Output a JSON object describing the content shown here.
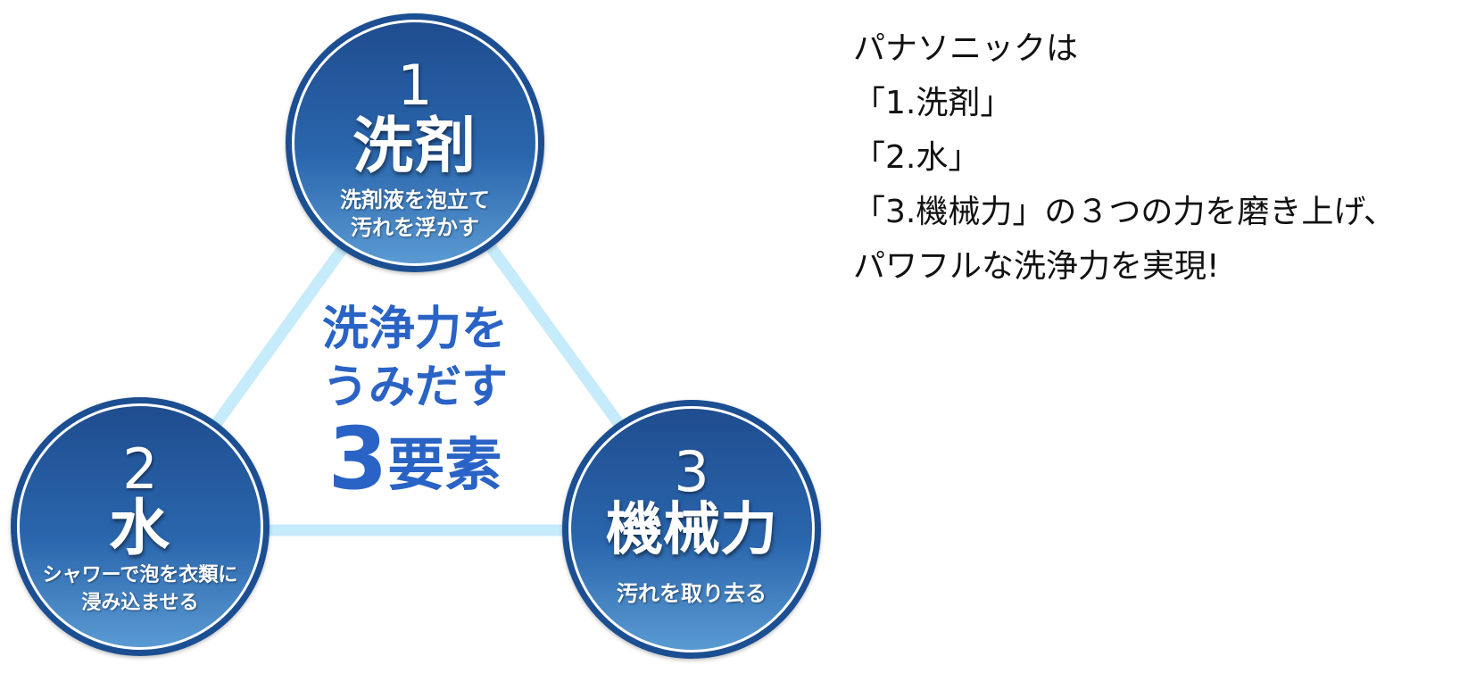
{
  "diagram": {
    "elements": [
      {
        "number": "1",
        "title": "洗剤",
        "description_lines": [
          "洗剤液を泡立て",
          "汚れを浮かす"
        ]
      },
      {
        "number": "2",
        "title": "水",
        "description_lines": [
          "シャワーで泡を衣類に",
          "浸み込ませる"
        ]
      },
      {
        "number": "3",
        "title": "機械力",
        "description_lines": [
          "汚れを取り去る"
        ]
      }
    ],
    "center": {
      "line1": "洗浄力を",
      "line2": "うみだす",
      "line3_number": "3",
      "line3_text": "要素"
    },
    "colors": {
      "circle_dark": "#1f4d8f",
      "circle_light": "#5a9ad2",
      "connector": "#c6ebfb",
      "center_text": "#2a63c6"
    }
  },
  "description": {
    "lines": [
      "パナソニックは",
      "「1.洗剤」",
      "「2.水」",
      "「3.機械力」の３つの力を磨き上げ、",
      "パワフルな洗浄力を実現!"
    ]
  }
}
